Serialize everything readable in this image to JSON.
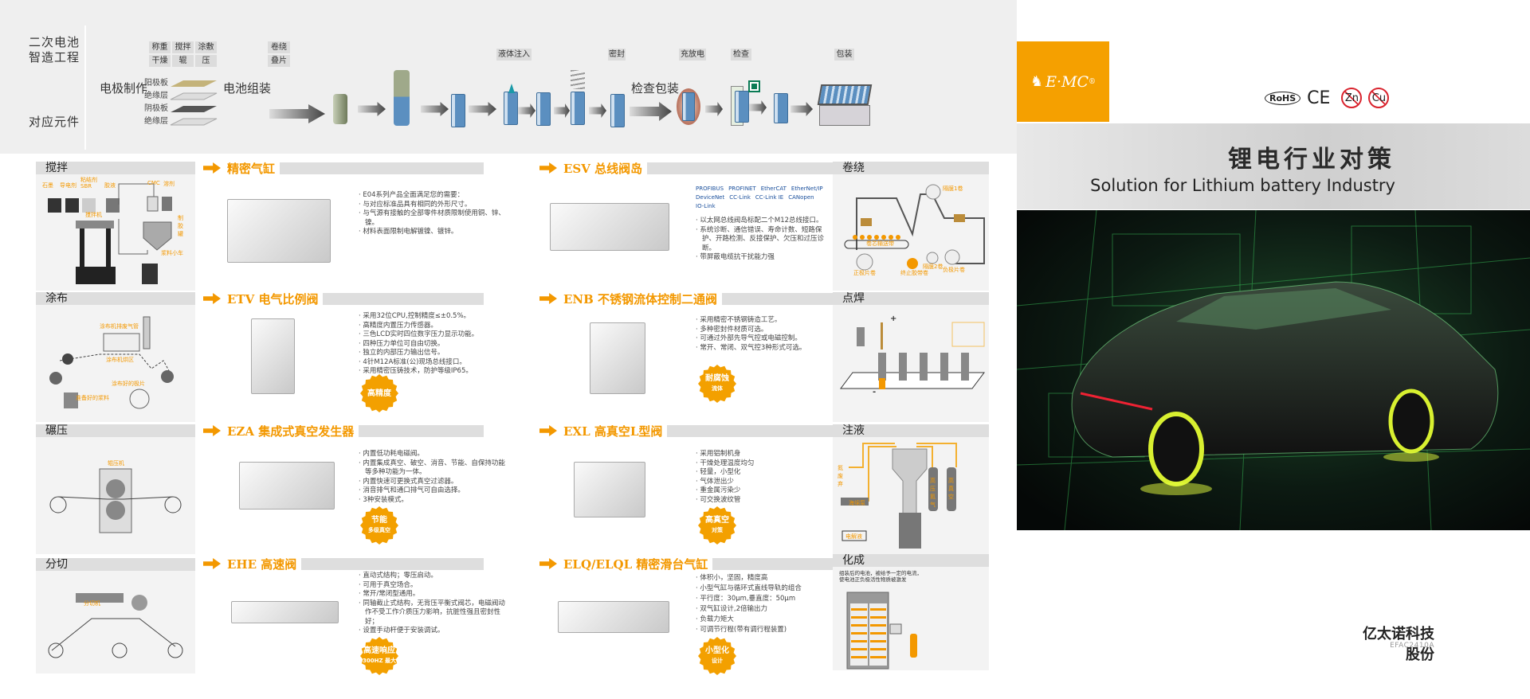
{
  "process": {
    "title": [
      "二次电池",
      "智造工程"
    ],
    "components_label": "对应元件",
    "electrode_tags": [
      [
        "称重",
        "搅拌",
        "涂敷"
      ],
      [
        "干燥",
        "辊",
        "压"
      ]
    ],
    "winding_tags": [
      "卷绕",
      "叠片"
    ],
    "electrode_label": "电极制作",
    "layers": [
      "阳极板",
      "绝缘层",
      "阴极板",
      "绝缘层"
    ],
    "assembly_label": "电池组装",
    "inspect_pack_label": "检查包装",
    "stage_tags": {
      "inject": "液体注入",
      "seal": "密封",
      "charge": "充放电",
      "check": "检查",
      "pack": "包装"
    }
  },
  "left_processes": [
    {
      "title": "搅拌",
      "labels": [
        "石墨",
        "导电剂",
        "粘结剂SBR",
        "胶液",
        "CMC",
        "溶剂",
        "搅拌机",
        "制胶罐",
        "浆料小车"
      ]
    },
    {
      "title": "涂布",
      "labels": [
        "涂布机排废气管",
        "涂布机烘区",
        "涂布好的极片",
        "准备好的浆料"
      ]
    },
    {
      "title": "碾压",
      "labels": [
        "辊压机"
      ]
    },
    {
      "title": "分切",
      "labels": [
        "分切机"
      ]
    }
  ],
  "right_processes": [
    {
      "title": "卷绕",
      "labels": [
        "隔膜1卷",
        "卷芯输送带",
        "正极片卷",
        "终止胶带卷",
        "隔膜2卷",
        "负极片卷"
      ]
    },
    {
      "title": "点焊",
      "labels": [
        "+",
        "-"
      ]
    },
    {
      "title": "注液",
      "labels": [
        "氮废弃",
        "海绵泵",
        "电解液",
        "高压氮气",
        "高真空"
      ]
    },
    {
      "title": "化成",
      "labels": [
        "组装后的电池，被给予一定的电流，",
        "使电池正负极活性物质被激发"
      ]
    }
  ],
  "products": [
    {
      "title": "精密气缸",
      "bullets": [
        "E04系列产品全面满足您的需要：",
        "与对应标准品具有相同的外形尺寸。",
        "与气源有接触的全部零件材质限制使用铜、锌、镍。",
        "材料表面限制电解镀镍、镀锌。"
      ]
    },
    {
      "title": "ESV 总线阀岛",
      "logos": [
        "PROFIBUS",
        "PROFINET",
        "EtherCAT",
        "EtherNet/IP",
        "DeviceNet",
        "CC-Link",
        "CC-Link IE",
        "CANopen",
        "IO-Link"
      ],
      "bullets": [
        "以太网总线阀岛标配二个M12总线接口。",
        "系统诊断、通信错误、寿命计数、短路保护、开路检测、反接保护、欠压和过压诊断。",
        "带屏蔽电缆抗干扰能力强"
      ]
    },
    {
      "title": "ETV 电气比例阀",
      "bullets": [
        "采用32位CPU,控制精度≤±0.5%。",
        "高精度内置压力传感器。",
        "三色LCD实时四位数字压力显示功能。",
        "四种压力单位可自由切换。",
        "独立的内部压力输出信号。",
        "4针M12A标准(公)现场总线接口。",
        "采用精密压铸技术，防护等级IP65。"
      ],
      "badge": [
        "高精度"
      ]
    },
    {
      "title": "ENB 不锈钢流体控制二通阀",
      "bullets": [
        "采用精密不锈钢铸造工艺。",
        "多种密封件材质可选。",
        "可通过外部先导气控或电磁控制。",
        "常开、常闭、双气控3种形式可选。"
      ],
      "badge": [
        "耐腐蚀",
        "流体"
      ]
    },
    {
      "title": "EZA 集成式真空发生器",
      "bullets": [
        "内置低功耗电磁阀。",
        "内置集成真空、破空、消音、节能、自保持功能等多种功能为一体。",
        "内置快速可更换式真空过滤器。",
        "消音排气和通口排气可自由选择。",
        "3种安装模式。"
      ],
      "badge": [
        "节能",
        "多级真空"
      ]
    },
    {
      "title": "EXL 高真空L型阀",
      "bullets": [
        "采用铝制机身",
        "干燥处理温度均匀",
        "轻量，小型化",
        "气体泄出少",
        "重金属污染少",
        "可交换波纹管"
      ],
      "badge": [
        "高真空",
        "对策"
      ]
    },
    {
      "title": "EHE 高速阀",
      "bullets": [
        "直动式结构；零压启动。",
        "可用于真空场合。",
        "常开/常闭型通用。",
        "同轴截止式结构，无背压平衡式阀芯，电磁阀动作不受工作介质压力影响，抗脏性强且密封性好；",
        "设置手动杆便于安装调试。"
      ],
      "badge": [
        "高速响应",
        "300HZ 最大"
      ]
    },
    {
      "title": "ELQ/ELQL 精密滑台气缸",
      "bullets": [
        "体积小，坚固，精度高",
        "小型气缸与循环式直线导轨的组合",
        "平行度：30μm,垂直度：50μm",
        "双气缸设计,2倍输出力",
        "负载力矩大",
        "可调节行程(带有调行程装置)"
      ],
      "badge": [
        "小型化",
        "设计"
      ]
    }
  ],
  "right_page": {
    "brand": "E·MC",
    "registered": "®",
    "certs": [
      "RoHS",
      "CE",
      "Zn",
      "Cu"
    ],
    "title_cn": "锂电行业对策",
    "title_en": "Solution for Lithium battery Industry",
    "company": "亿太诺科技股份",
    "code": "EFAC2410A"
  },
  "colors": {
    "accent": "#f39800",
    "logo_bg": "#f5a000",
    "band": "#dedede"
  }
}
